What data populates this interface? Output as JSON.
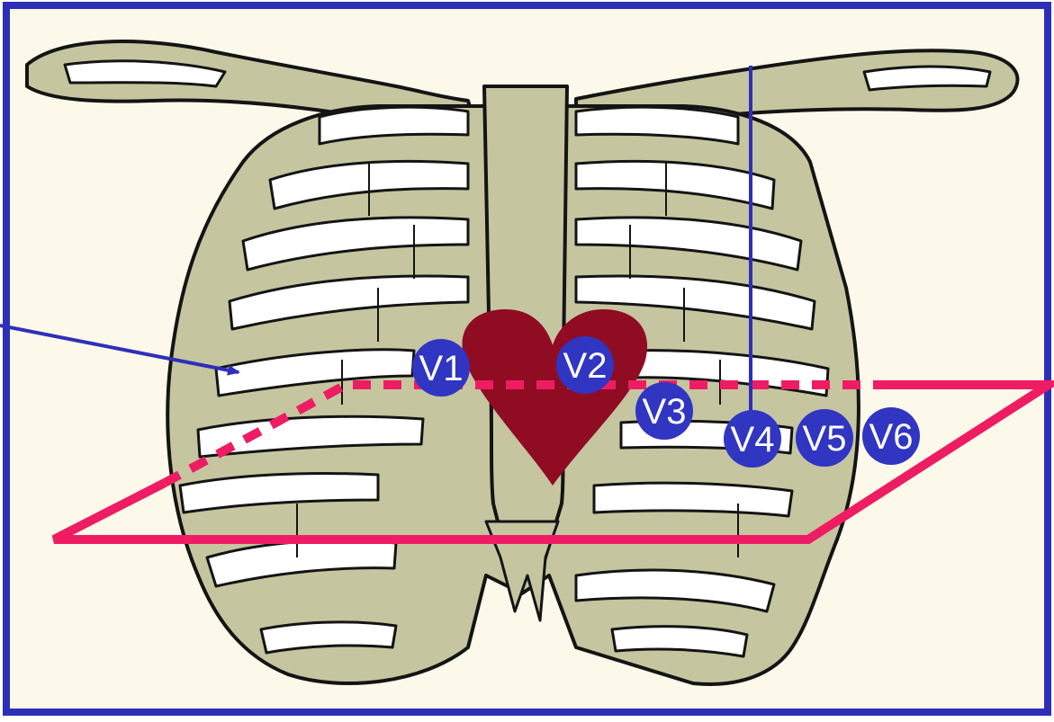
{
  "colors": {
    "background": "#FCF9EA",
    "frame": "#2E2FB8",
    "bone": "#C5C5A0",
    "bone_outline": "#141414",
    "gap": "#FFFFFF",
    "heart": "#900C22",
    "electrode": "#3035C2",
    "electrode_text": "#FFFFFF",
    "plane": "#EE1D63",
    "pointer": "#2F2FB8"
  },
  "electrodes": [
    {
      "id": "v1",
      "label": "V1"
    },
    {
      "id": "v2",
      "label": "V2"
    },
    {
      "id": "v3",
      "label": "V3"
    },
    {
      "id": "v4",
      "label": "V4"
    },
    {
      "id": "v5",
      "label": "V5"
    },
    {
      "id": "v6",
      "label": "V6"
    }
  ]
}
